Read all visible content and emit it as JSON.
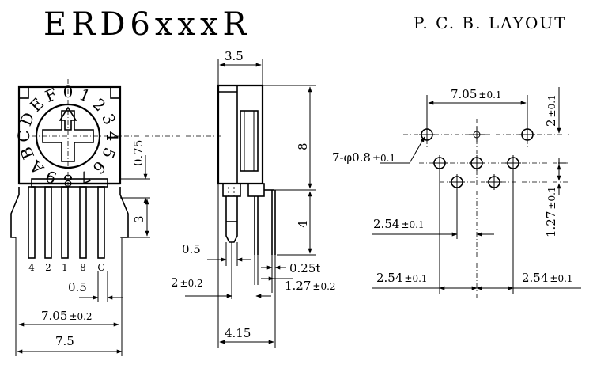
{
  "header": {
    "title": "ERD6xxxR",
    "pcb_title": "P. C. B. LAYOUT"
  },
  "dial": {
    "labels": [
      "0",
      "1",
      "2",
      "3",
      "4",
      "5",
      "6",
      "7",
      "8",
      "9",
      "A",
      "B",
      "C",
      "D",
      "E",
      "F"
    ]
  },
  "front_view": {
    "pins": [
      "4",
      "2",
      "1",
      "8",
      "C"
    ],
    "dims": {
      "d075": "0.75",
      "d3": "3",
      "d05": "0.5",
      "d705": "7.05",
      "d705_tol": "±0.2",
      "d75": "7.5"
    }
  },
  "side_view": {
    "dims": {
      "d35": "3.5",
      "d8": "8",
      "d4": "4",
      "d05": "0.5",
      "d025t": "0.25t",
      "d2": "2",
      "d2_tol": "±0.2",
      "d127": "1.27",
      "d127_tol": "±0.2",
      "d415": "4.15"
    }
  },
  "pcb": {
    "dims": {
      "d705": "7.05",
      "d705_tol": "±0.1",
      "d2": "2",
      "d2_tol": "±0.1",
      "hole_pre": "7-φ0.8",
      "hole_tol": "±0.1",
      "d127": "1.27",
      "d127_tol": "±0.1",
      "d254a": "2.54",
      "d254a_tol": "±0.1",
      "d254b": "2.54",
      "d254b_tol": "±0.1",
      "d254c": "2.54",
      "d254c_tol": "±0.1"
    }
  }
}
